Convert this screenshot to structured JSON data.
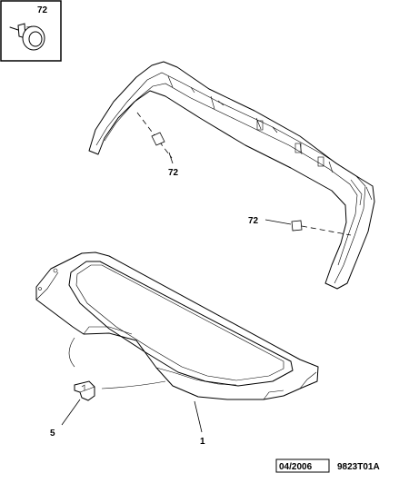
{
  "inset": {
    "part_number": "72"
  },
  "callouts": [
    {
      "id": "clip-upper",
      "text": "72"
    },
    {
      "id": "clip-right",
      "text": "72"
    },
    {
      "id": "shelf",
      "text": "1"
    },
    {
      "id": "bracket",
      "text": "5"
    }
  ],
  "footer": {
    "date": "04/2006",
    "reference": "9823T01A"
  }
}
